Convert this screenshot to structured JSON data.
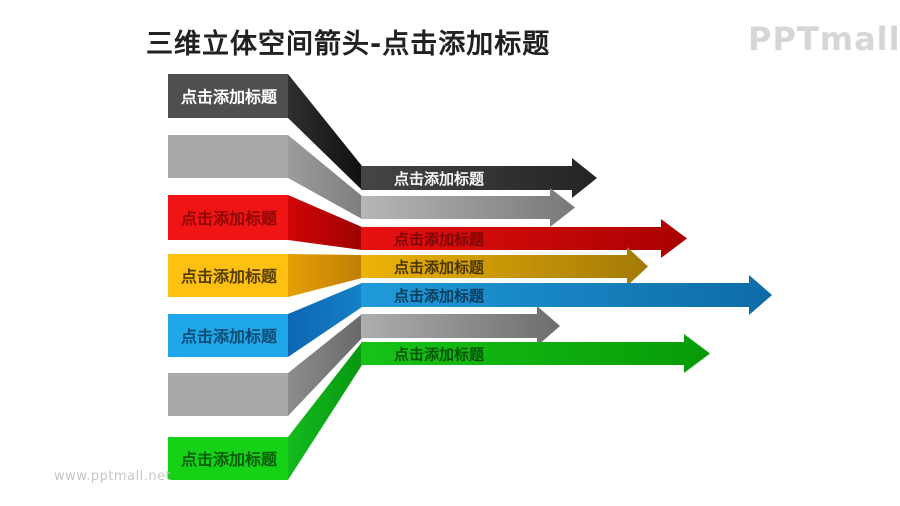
{
  "slide": {
    "title": "三维立体空间箭头-点击添加标题",
    "title_color": "#212121",
    "background_color": "#ffffff"
  },
  "brand": {
    "logo_text": "PPTmall",
    "logo_color": "#d6d6d6"
  },
  "watermark": {
    "text": "www.pptmall.net",
    "color": "#c6c6c6"
  },
  "diagram": {
    "placeholder_text": "点击添加标题",
    "rows": [
      {
        "name": "dark-gray",
        "bar_label": "点击添加标题",
        "arrow_label": "点击添加标题",
        "bar_color": "#4f4f4f",
        "bar_text_color": "#ffffff",
        "diag_from": "#2f2f2f",
        "diag_to": "#101010",
        "arrow_from": "#454545",
        "arrow_to": "#242424",
        "arrow_text_color": "#f5f5f5"
      },
      {
        "name": "silver",
        "bar_label": null,
        "arrow_label": null,
        "bar_color": "#a9a9a9",
        "bar_text_color": null,
        "diag_from": "#9c9c9c",
        "diag_to": "#7e7e7e",
        "arrow_from": "#b7b7b7",
        "arrow_to": "#787878",
        "arrow_text_color": null
      },
      {
        "name": "red",
        "bar_label": "点击添加标题",
        "arrow_label": "点击添加标题",
        "bar_color": "#f11414",
        "bar_text_color": "#8f0606",
        "diag_from": "#cf0606",
        "diag_to": "#9e0000",
        "arrow_from": "#e81111",
        "arrow_to": "#a90000",
        "arrow_text_color": "#7c0606"
      },
      {
        "name": "gold",
        "bar_label": "点击添加标题",
        "arrow_label": "点击添加标题",
        "bar_color": "#ffc011",
        "bar_text_color": "#533d00",
        "diag_from": "#e69e05",
        "diag_to": "#bf7f05",
        "arrow_from": "#edb307",
        "arrow_to": "#a37a07",
        "arrow_text_color": "#4a3700"
      },
      {
        "name": "blue",
        "bar_label": "点击添加标题",
        "arrow_label": "点击添加标题",
        "bar_color": "#1fa7e9",
        "bar_text_color": "#0b4c74",
        "diag_from": "#0d67b2",
        "diag_to": "#1480c6",
        "arrow_from": "#1f9bda",
        "arrow_to": "#0e6ba7",
        "arrow_text_color": "#0a3c5c"
      },
      {
        "name": "gray",
        "bar_label": null,
        "arrow_label": null,
        "bar_color": "#a9a9a9",
        "bar_text_color": null,
        "diag_from": "#8d8d8d",
        "diag_to": "#696969",
        "arrow_from": "#aeaeae",
        "arrow_to": "#6d6d6d",
        "arrow_text_color": null
      },
      {
        "name": "green",
        "bar_label": "点击添加标题",
        "arrow_label": "点击添加标题",
        "bar_color": "#16d216",
        "bar_text_color": "#0a5c0a",
        "diag_from": "#12bb1d",
        "diag_to": "#089711",
        "arrow_from": "#16c316",
        "arrow_to": "#079b07",
        "arrow_text_color": "#075407"
      }
    ]
  }
}
